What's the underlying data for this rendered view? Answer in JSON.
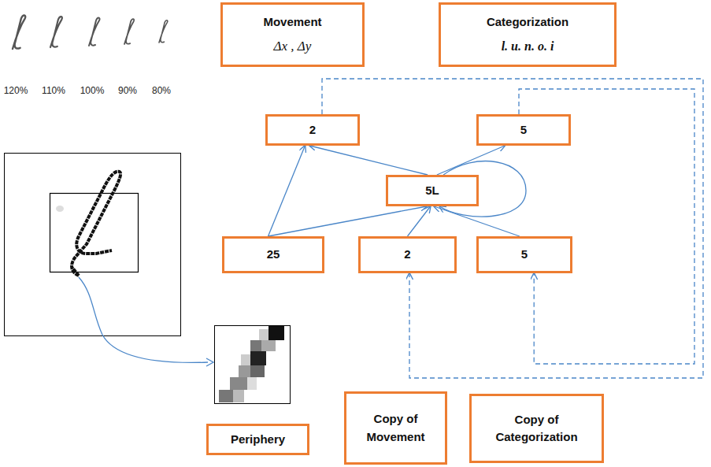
{
  "diagram": {
    "nodes": [
      {
        "text": [
          "Movement",
          "Δx , Δy"
        ]
      },
      {
        "text": [
          "Categorization",
          "l. u. n. o. i"
        ]
      },
      {
        "text": [
          "2"
        ]
      },
      {
        "text": [
          "5"
        ]
      },
      {
        "text": [
          "5L"
        ]
      },
      {
        "text": [
          "25"
        ]
      },
      {
        "text": [
          "2"
        ]
      },
      {
        "text": [
          "5"
        ]
      },
      {
        "text": [
          "Periphery"
        ]
      },
      {
        "text": [
          "Copy of Movement"
        ]
      },
      {
        "text": [
          "Copy of Categorization"
        ]
      }
    ],
    "edges": [
      {
        "from": 5,
        "to": 2,
        "arrow": "to"
      },
      {
        "from": 4,
        "to": 2,
        "arrow": "to"
      },
      {
        "from": 4,
        "to": 3,
        "arrow": "to"
      },
      {
        "from": 5,
        "to": 4,
        "arrow": "to"
      },
      {
        "from": 6,
        "to": 4,
        "arrow": "to"
      },
      {
        "from": 7,
        "to": 4,
        "arrow": "to"
      },
      {
        "from": 4,
        "to": 4,
        "arrow": "to"
      },
      {
        "from": 2,
        "to": 6,
        "arrow": "to"
      },
      {
        "from": 3,
        "to": 7,
        "arrow": "to"
      }
    ],
    "labels": [
      "120%",
      "110%",
      "100%",
      "90%",
      "80%"
    ]
  }
}
